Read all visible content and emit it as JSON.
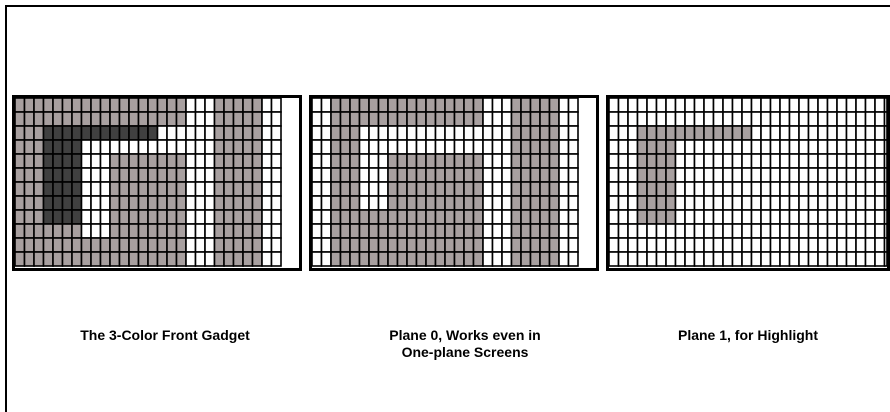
{
  "captions": {
    "front_gadget": "The 3-Color Front Gadget",
    "plane0_line1": "Plane 0, Works even in",
    "plane0_line2": "One-plane Screens",
    "plane1": "Plane 1, for Highlight"
  },
  "colors": {
    "background": "#FFFFFF",
    "grid_line": "#000000",
    "gray": "#A8A0A0",
    "dark": "#404040",
    "white": "#FFFFFF"
  },
  "icons": [
    {
      "name": "three-color-front-gadget",
      "rows": [
        "GGGGGGGGGGGGGGGGGGWWWGGGGGWW",
        "GGGGGGGGGGGGGGGGGGWWWGGGGGWW",
        "GGGDDDDDDDDDDDDWWWWWWGGGGGWW",
        "GGGDDDDWWWWWWWWWWWWWWGGGGGWW",
        "GGGDDDDWWWGGGGGGGGWWWGGGGGWW",
        "GGGDDDDWWWGGGGGGGGWWWGGGGGWW",
        "GGGDDDDWWWGGGGGGGGWWWGGGGGWW",
        "GGGDDDDWWWGGGGGGGGWWWGGGGGWW",
        "GGGDDDDWWWGGGGGGGGWWWGGGGGWW",
        "GGGGGGGWWWGGGGGGGGWWWGGGGGWW",
        "GGGGGGGGGGGGGGGGGGWWWGGGGGWW",
        "GGGGGGGGGGGGGGGGGGWWWGGGGGWW"
      ]
    },
    {
      "name": "plane-0",
      "rows": [
        "WWGGGGGGGGGGGGGGGGWWWGGGGGWW",
        "WWGGGGGGGGGGGGGGGGWWWGGGGGWW",
        "WWGGGWWWWWWWWWWWWWWWWGGGGGWW",
        "WWGGGWWWWWWWWWWWWWWWWGGGGGWW",
        "WWGGGWWWGGGGGGGGGGWWWGGGGGWW",
        "WWGGGWWWGGGGGGGGGGWWWGGGGGWW",
        "WWGGGWWWGGGGGGGGGGWWWGGGGGWW",
        "WWGGGWWWGGGGGGGGGGWWWGGGGGWW",
        "WWGGGGGGGGGGGGGGGGWWWGGGGGWW",
        "WWGGGGGGGGGGGGGGGGWWWGGGGGWW",
        "WWGGGGGGGGGGGGGGGGWWWGGGGGWW",
        "WWGGGGGGGGGGGGGGGGWWWGGGGGWW"
      ]
    },
    {
      "name": "plane-1",
      "rows": [
        "WWWWWWWWWWWWWWWWWWWWWWWWWWWWWWW",
        "WWWWWWWWWWWWWWWWWWWWWWWWWWWWWWW",
        "WWWGGGGGGGGGGGGWWWWWWWWWWWWWWWW",
        "WWWGGGGWWWWWWWWWWWWWWWWWWWWWWWW",
        "WWWGGGGWWWWWWWWWWWWWWWWWWWWWWWW",
        "WWWGGGGWWWWWWWWWWWWWWWWWWWWWWWW",
        "WWWGGGGWWWWWWWWWWWWWWWWWWWWWWWW",
        "WWWGGGGWWWWWWWWWWWWWWWWWWWWWWWW",
        "WWWGGGGWWWWWWWWWWWWWWWWWWWWWWWW",
        "WWWWWWWWWWWWWWWWWWWWWWWWWWWWWWW",
        "WWWWWWWWWWWWWWWWWWWWWWWWWWWWWWW",
        "WWWWWWWWWWWWWWWWWWWWWWWWWWWWWWW"
      ]
    }
  ]
}
